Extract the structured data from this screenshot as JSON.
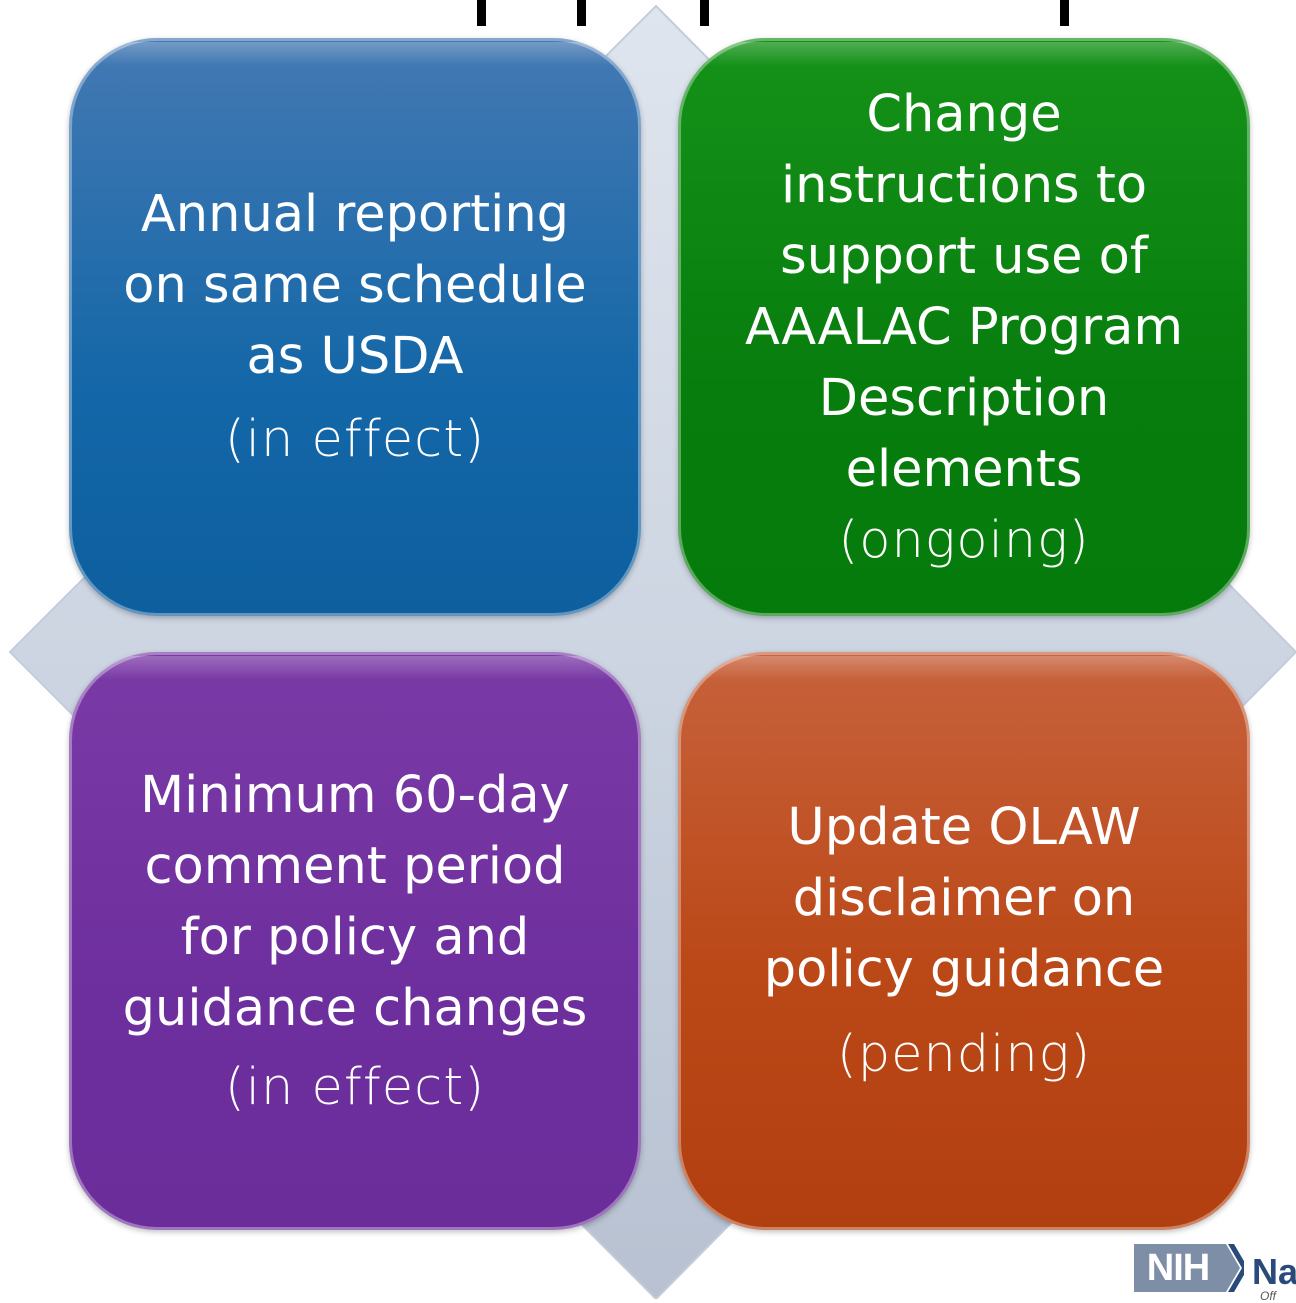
{
  "quadrants": {
    "top_left": {
      "lines": [
        "Annual reporting",
        "on same schedule",
        "as USDA"
      ],
      "status": "(in effect)",
      "color": "#1467a8"
    },
    "top_right": {
      "lines": [
        "Change",
        "instructions to",
        "support use of",
        "AAALAC Program",
        "Description",
        "elements"
      ],
      "status": "(ongoing)",
      "color": "#077d0d"
    },
    "bottom_left": {
      "lines": [
        "Minimum 60-day",
        "comment period",
        "for policy and",
        "guidance changes"
      ],
      "status": "(in effect)",
      "color": "#6e2f9e"
    },
    "bottom_right": {
      "lines": [
        "Update OLAW",
        "disclaimer on",
        "policy guidance"
      ],
      "status": "(pending)",
      "color": "#bb4817"
    }
  },
  "footer": {
    "logo_text": "NIH",
    "org_name": "Nat",
    "org_sub": "Off"
  }
}
